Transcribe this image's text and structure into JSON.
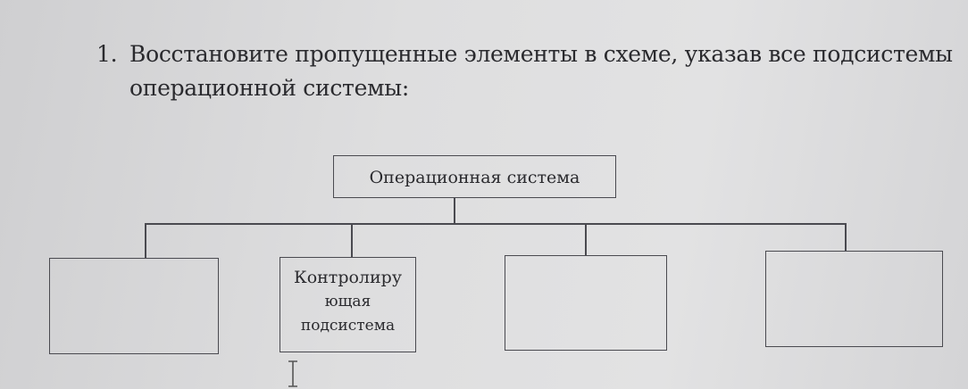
{
  "question": {
    "number": "1.",
    "line1": "Восстановите пропущенные элементы в схеме, указав все подсистемы",
    "line2": "операционной системы:"
  },
  "diagram": {
    "root": "Операционная система",
    "children": [
      {
        "lines": []
      },
      {
        "lines": [
          "Контролиру",
          "ющая",
          "подсистема"
        ]
      },
      {
        "lines": []
      },
      {
        "lines": []
      }
    ]
  }
}
